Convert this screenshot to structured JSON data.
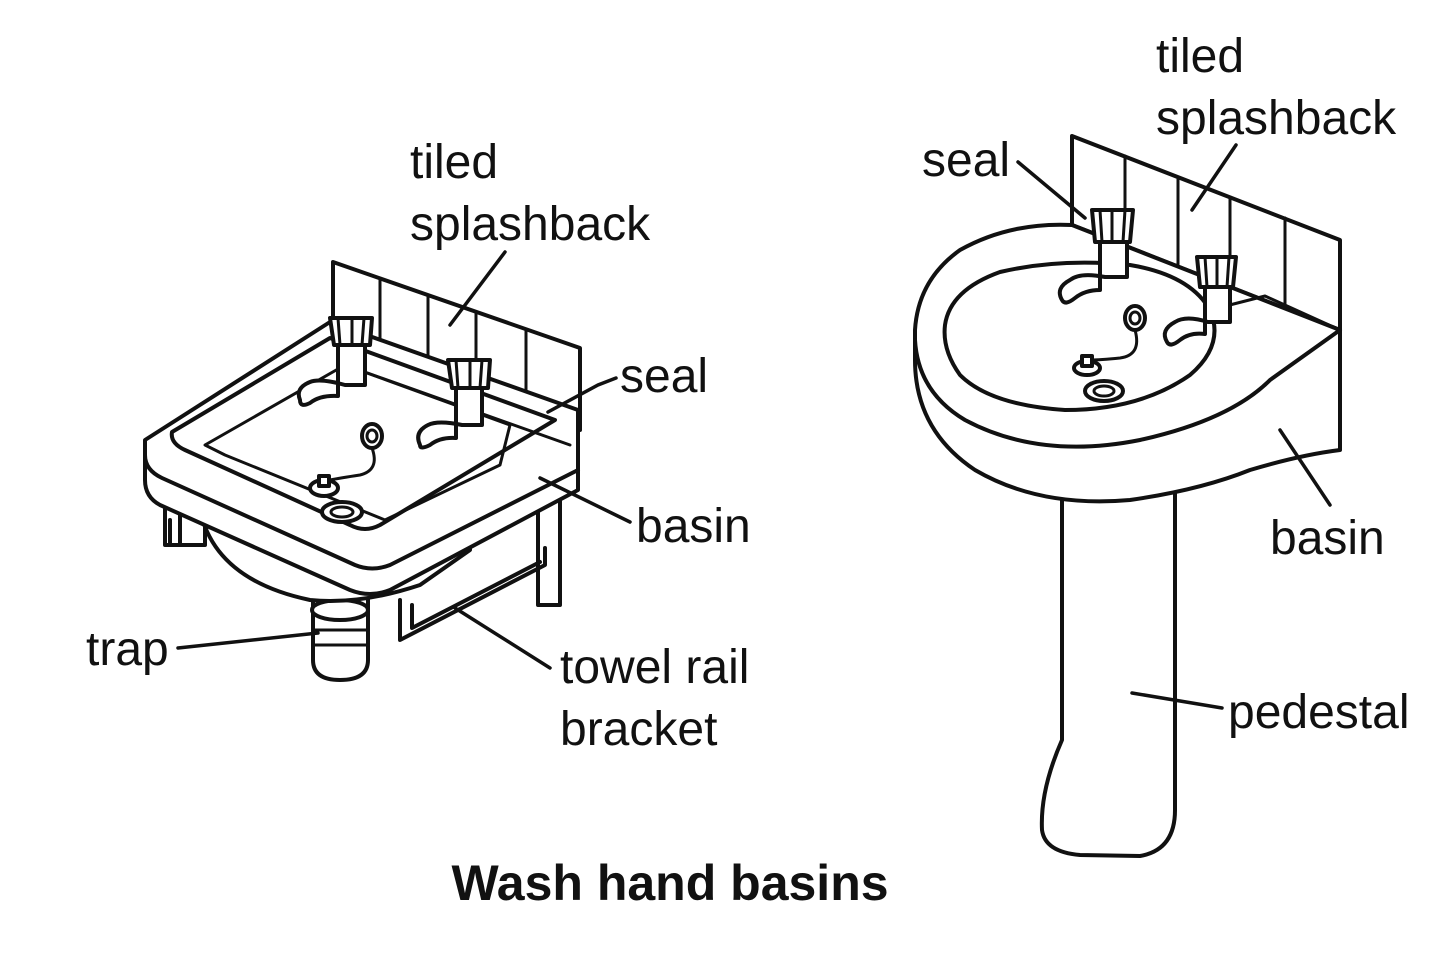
{
  "title": "Wash hand basins",
  "colors": {
    "line": "#111111",
    "background": "#ffffff"
  },
  "wall_hung_basin": {
    "labels": {
      "splashback_line1": "tiled",
      "splashback_line2": "splashback",
      "seal": "seal",
      "basin": "basin",
      "trap": "trap",
      "towel_rail_line1": "towel rail",
      "towel_rail_line2": "bracket"
    }
  },
  "pedestal_basin": {
    "labels": {
      "splashback_line1": "tiled",
      "splashback_line2": "splashback",
      "seal": "seal",
      "basin": "basin",
      "pedestal": "pedestal"
    }
  }
}
